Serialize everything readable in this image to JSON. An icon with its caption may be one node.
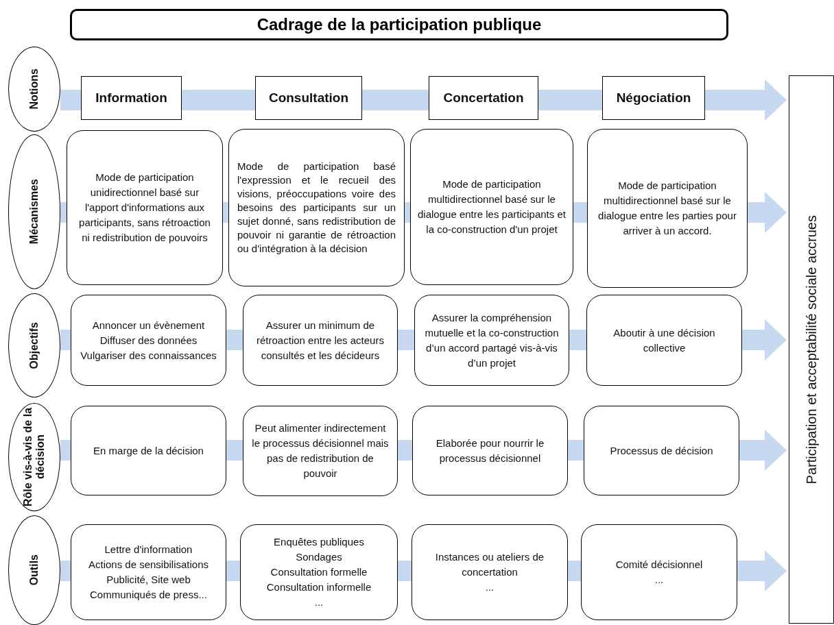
{
  "diagram": {
    "title": "Cadrage de la participation publique",
    "nodes": [
      {
        "text": [
          "Notions"
        ]
      },
      {
        "text": [
          "Information"
        ]
      },
      {
        "text": [
          "Consultation"
        ]
      },
      {
        "text": [
          "Concertation"
        ]
      },
      {
        "text": [
          "Négociation"
        ]
      },
      {
        "text": [
          "Mécanismes"
        ]
      },
      {
        "text": [
          "Mode de participation unidirectionnel basé sur l'apport d'informations aux participants, sans rétroaction ni redistribution de pouvoirs"
        ]
      },
      {
        "text": [
          "Mode de participation basé l'expression et le recueil des visions, préoccupations voire des besoins des participants sur un sujet donné, sans redistribution de pouvoir ni garantie de rétroaction ou d'intégration à la décision"
        ]
      },
      {
        "text": [
          "Mode de participation multidirectionnel basé sur le dialogue entre les participants et la co-construction d'un projet"
        ]
      },
      {
        "text": [
          "Mode de participation multidirectionnel basé sur le dialogue entre les parties pour arriver à un accord."
        ]
      },
      {
        "text": [
          "Objectifs"
        ]
      },
      {
        "text": [
          "Annoncer un évènement",
          "Diffuser des données",
          "Vulgariser des connaissances"
        ]
      },
      {
        "text": [
          "Assurer un minimum de rétroaction entre les acteurs",
          "consultés et les décideurs"
        ]
      },
      {
        "text": [
          "Assurer la compréhension mutuelle et la co-construction d’un accord partagé vis-à-vis d’un projet"
        ]
      },
      {
        "text": [
          "Aboutir à une décision collective"
        ]
      },
      {
        "text": [
          "Rôle vis-à-vis de la décision"
        ]
      },
      {
        "text": [
          "En marge de la décision"
        ]
      },
      {
        "text": [
          "Peut alimenter indirectement le processus décisionnel mais pas de redistribution de pouvoir"
        ]
      },
      {
        "text": [
          "Elaborée pour nourrir le processus décisionnel"
        ]
      },
      {
        "text": [
          "Processus de décision"
        ]
      },
      {
        "text": [
          "Outils"
        ]
      },
      {
        "text": [
          "Lettre d'information",
          "Actions de sensibilisations",
          "Publicité, Site web",
          "Communiqués de press..."
        ]
      },
      {
        "text": [
          "Enquêtes publiques",
          "Sondages",
          "Consultation formelle",
          "Consultation informelle",
          "..."
        ]
      },
      {
        "text": [
          "Instances ou ateliers de concertation",
          "..."
        ]
      },
      {
        "text": [
          "Comité décisionnel",
          "..."
        ]
      },
      {
        "text": [
          "Participation et acceptabilité  sociale accrues"
        ]
      }
    ],
    "edges": [
      {
        "from": 0,
        "to": 1,
        "arrow": "none"
      },
      {
        "from": 1,
        "to": 2,
        "arrow": "none"
      },
      {
        "from": 2,
        "to": 3,
        "arrow": "none"
      },
      {
        "from": 3,
        "to": 4,
        "arrow": "none"
      },
      {
        "from": 4,
        "to": 25,
        "arrow": "to"
      },
      {
        "from": 5,
        "to": 6,
        "arrow": "none"
      },
      {
        "from": 6,
        "to": 7,
        "arrow": "none"
      },
      {
        "from": 7,
        "to": 8,
        "arrow": "none"
      },
      {
        "from": 8,
        "to": 9,
        "arrow": "none"
      },
      {
        "from": 9,
        "to": 25,
        "arrow": "to"
      },
      {
        "from": 10,
        "to": 11,
        "arrow": "none"
      },
      {
        "from": 11,
        "to": 12,
        "arrow": "none"
      },
      {
        "from": 12,
        "to": 13,
        "arrow": "none"
      },
      {
        "from": 13,
        "to": 14,
        "arrow": "none"
      },
      {
        "from": 14,
        "to": 25,
        "arrow": "to"
      },
      {
        "from": 15,
        "to": 16,
        "arrow": "none"
      },
      {
        "from": 16,
        "to": 17,
        "arrow": "none"
      },
      {
        "from": 17,
        "to": 18,
        "arrow": "none"
      },
      {
        "from": 18,
        "to": 19,
        "arrow": "none"
      },
      {
        "from": 19,
        "to": 25,
        "arrow": "to"
      },
      {
        "from": 20,
        "to": 21,
        "arrow": "none"
      },
      {
        "from": 21,
        "to": 22,
        "arrow": "none"
      },
      {
        "from": 22,
        "to": 23,
        "arrow": "none"
      },
      {
        "from": 23,
        "to": 24,
        "arrow": "none"
      },
      {
        "from": 24,
        "to": 25,
        "arrow": "to"
      }
    ]
  }
}
